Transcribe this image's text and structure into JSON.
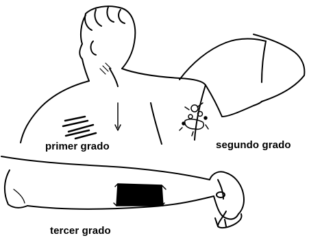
{
  "figure": {
    "labels": {
      "first_degree": "primer grado",
      "second_degree": "segundo grado",
      "third_degree": "tercer grado"
    },
    "ink_color": "#000000",
    "background_color": "#ffffff"
  }
}
